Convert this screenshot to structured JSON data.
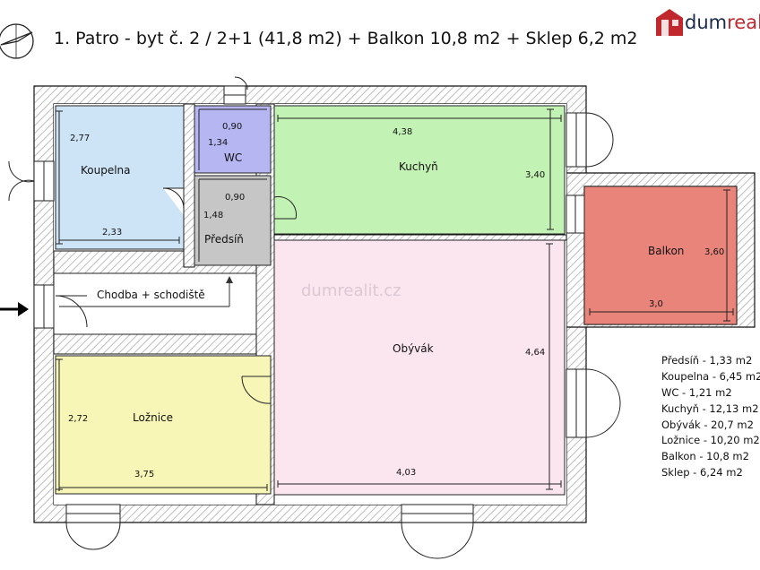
{
  "title": "1. Patro - byt č. 2 / 2+1 (41,8 m2) + Balkon 10,8 m2 + Sklep 6,2 m2",
  "logo": {
    "part1": "dum",
    "part2": "realit",
    "watermark": "dumrealit.cz"
  },
  "colors": {
    "koupelna": "#cde4f7",
    "wc": "#b6b6f2",
    "predsin": "#c6c6c6",
    "kuchyn": "#c3f2b5",
    "balkon": "#e9847a",
    "obyvak": "#fbe6f0",
    "loznice": "#f7f6b6",
    "hatch": "#cfcfcf"
  },
  "rooms": {
    "koupelna": {
      "name": "Koupelna",
      "dim_w": "2,33",
      "dim_h": "2,77"
    },
    "wc": {
      "name": "WC",
      "dim_w": "0,90",
      "dim_h": "1,34"
    },
    "predsin": {
      "name": "Předsíň",
      "dim_w": "0,90",
      "dim_h": "1,48"
    },
    "kuchyn": {
      "name": "Kuchyň",
      "dim_w": "4,38",
      "dim_h": "3,40"
    },
    "balkon": {
      "name": "Balkon",
      "dim_w": "3,0",
      "dim_h": "3,60"
    },
    "chodba": {
      "name": "Chodba + schodiště"
    },
    "obyvak": {
      "name": "Obývák",
      "dim_w": "4,03",
      "dim_h": "4,64"
    },
    "loznice": {
      "name": "Ložnice",
      "dim_w": "3,75",
      "dim_h": "2,72"
    }
  },
  "legend": [
    "Předsíň - 1,33 m2",
    "Koupelna - 6,45 m2",
    "WC - 1,21 m2",
    "Kuchyň - 12,13 m2",
    "Obývák - 20,7 m2",
    "Ložnice - 10,20 m2",
    "Balkon - 10,8 m2",
    "Sklep - 6,24 m2"
  ]
}
